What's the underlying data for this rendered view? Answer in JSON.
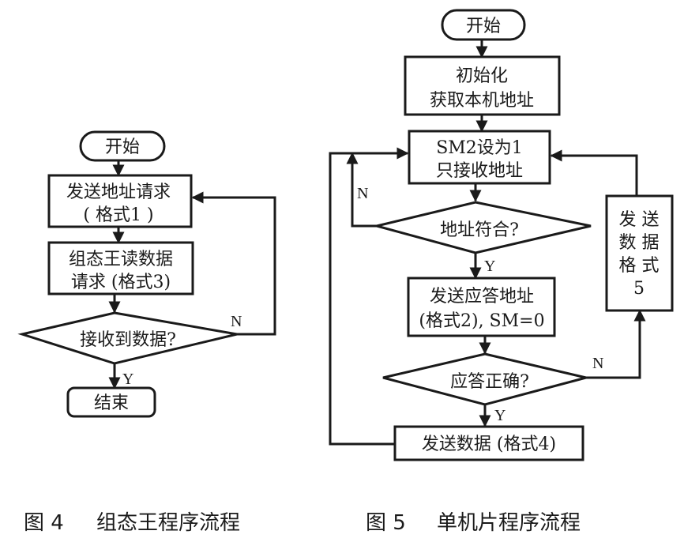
{
  "figure4": {
    "caption_number": "图 4",
    "caption_title": "组态王程序流程",
    "nodes": {
      "start": "开始",
      "send_addr_line1": "发送地址请求",
      "send_addr_line2": "( 格式1 )",
      "read_req_line1": "组态王读数据",
      "read_req_line2": "请求 (格式3)",
      "decision": "接收到数据?",
      "end": "结束"
    },
    "edge_labels": {
      "no": "N",
      "yes": "Y"
    }
  },
  "figure5": {
    "caption_number": "图 5",
    "caption_title": "单机片程序流程",
    "nodes": {
      "start": "开始",
      "init_line1": "初始化",
      "init_line2": "获取本机地址",
      "sm2_line1": "SM2设为1",
      "sm2_line2": "只接收地址",
      "addr_match": "地址符合?",
      "send_ack_line1": "发送应答地址",
      "send_ack_line2": "(格式2), SM=0",
      "ack_ok": "应答正确?",
      "send_data": "发送数据 (格式4)",
      "send_fmt5_line1": "发 送",
      "send_fmt5_line2": "数 据",
      "send_fmt5_line3": "格 式",
      "send_fmt5_line4": "5"
    },
    "edge_labels": {
      "addr_no": "N",
      "addr_yes": "Y",
      "ack_no": "N",
      "ack_yes": "Y"
    }
  }
}
